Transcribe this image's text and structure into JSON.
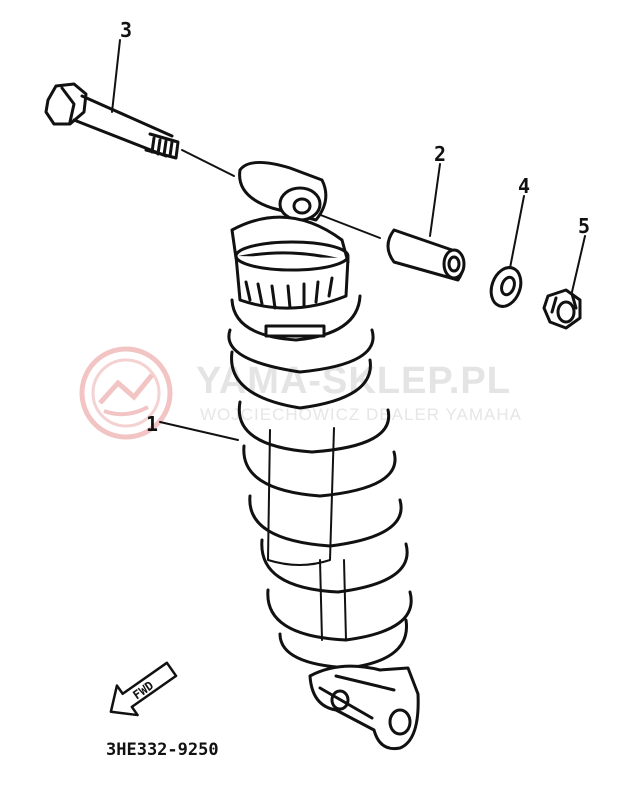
{
  "callouts": {
    "shock_absorber": "1",
    "collar": "2",
    "bolt": "3",
    "washer": "4",
    "nut": "5"
  },
  "watermark": {
    "main": "YAMA-SKLEP.PL",
    "sub": "WOJCIECHOWICZ DEALER YAMAHA",
    "color": "#f2c4c4"
  },
  "forward_arrow": {
    "label": "FWD"
  },
  "part_number": "3HE332-9250"
}
